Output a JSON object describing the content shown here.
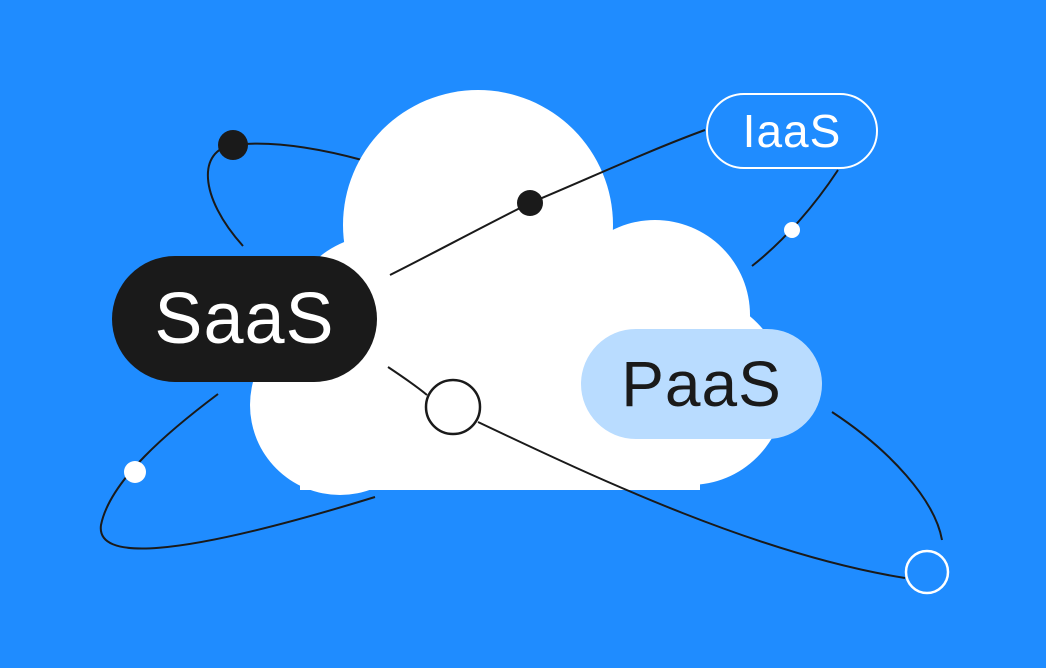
{
  "labels": {
    "saas": "SaaS",
    "iaas": "IaaS",
    "paas": "PaaS"
  },
  "colors": {
    "background": "#1f8cff",
    "cloud": "#ffffff",
    "saas_pill": "#1a1a1a",
    "paas_pill": "#b9dcff",
    "line": "#1a1a1a"
  }
}
